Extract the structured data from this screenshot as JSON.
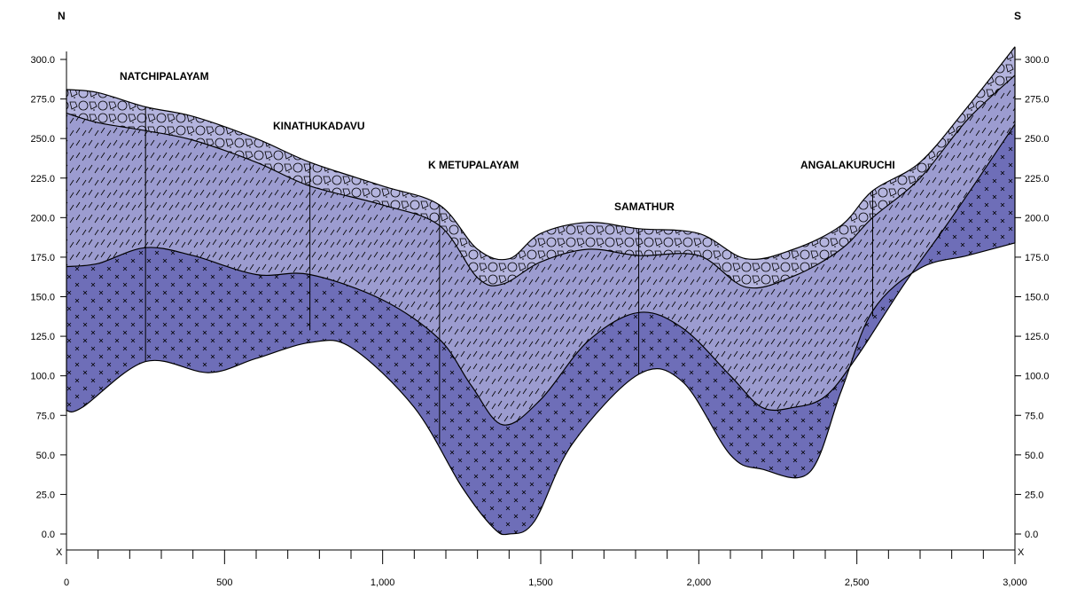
{
  "diagram": {
    "direction_left": "N",
    "direction_right": "S",
    "axis_end_label": "X",
    "y_ticks": [
      "300.0",
      "275.0",
      "250.0",
      "225.0",
      "200.0",
      "175.0",
      "150.0",
      "125.0",
      "100.0",
      "75.0",
      "50.0",
      "25.0",
      "0.0"
    ],
    "x_ticks": [
      "0",
      "500",
      "1,000",
      "1,500",
      "2,000",
      "2,500",
      "3,000"
    ],
    "locations": [
      "NATCHIPALAYAM",
      "KINATHUKADAVU",
      "K METUPALAYAM",
      "SAMATHUR",
      "ANGALAKURUCHI"
    ],
    "colors": {
      "top_layer": "#b4b4de",
      "middle_layer": "#9c9cd0",
      "bottom_layer": "#6e6eb8",
      "outline": "#000000"
    },
    "chart_data": {
      "type": "area",
      "x_unit": "distance",
      "xlim": [
        0,
        3000
      ],
      "ylim": [
        0,
        300
      ],
      "wells_x": [
        250,
        770,
        1180,
        1810,
        2550
      ],
      "series": [
        {
          "x": [
            0,
            100,
            250,
            400,
            600,
            770,
            1000,
            1180,
            1300,
            1400,
            1500,
            1650,
            1810,
            2000,
            2150,
            2300,
            2450,
            2550,
            2700,
            2850,
            3000
          ],
          "y": [
            281,
            279,
            270,
            264,
            250,
            235,
            220,
            208,
            180,
            174,
            190,
            197,
            193,
            190,
            174,
            180,
            195,
            217,
            235,
            270,
            308
          ]
        },
        {
          "x": [
            0,
            100,
            250,
            400,
            600,
            770,
            1000,
            1180,
            1300,
            1380,
            1500,
            1650,
            1810,
            2000,
            2150,
            2300,
            2450,
            2550,
            2700,
            2850,
            3000
          ],
          "y": [
            266,
            260,
            255,
            249,
            235,
            220,
            208,
            195,
            162,
            158,
            172,
            180,
            176,
            176,
            156,
            163,
            180,
            200,
            225,
            262,
            290
          ]
        },
        {
          "x": [
            0,
            100,
            250,
            400,
            600,
            770,
            1000,
            1180,
            1280,
            1380,
            1500,
            1650,
            1810,
            1950,
            2100,
            2200,
            2300,
            2400,
            2500,
            2650,
            2800,
            3000
          ],
          "y": [
            169,
            171,
            181,
            176,
            164,
            164,
            148,
            123,
            94,
            69,
            85,
            122,
            140,
            130,
            100,
            80,
            80,
            87,
            112,
            158,
            200,
            259
          ]
        },
        {
          "x": [
            0,
            50,
            250,
            450,
            600,
            770,
            900,
            1100,
            1250,
            1350,
            1400,
            1480,
            1600,
            1810,
            1950,
            2100,
            2200,
            2350,
            2450,
            2550,
            2700,
            2850,
            3000
          ],
          "y": [
            78,
            80,
            109,
            102,
            111,
            121,
            118,
            80,
            30,
            4,
            0,
            8,
            57,
            101,
            96,
            50,
            41,
            39,
            90,
            141,
            168,
            176,
            184
          ]
        }
      ]
    }
  }
}
